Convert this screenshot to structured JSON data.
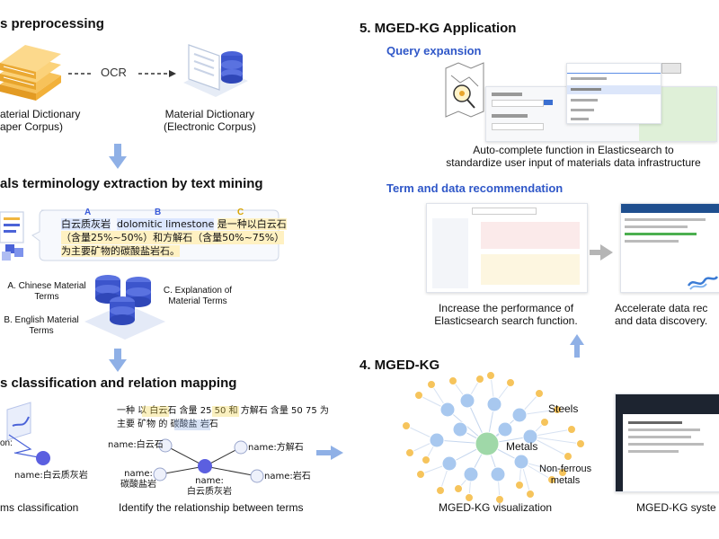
{
  "left": {
    "sec1": {
      "heading": "s preprocessing",
      "ocr": "OCR",
      "paper_caption": [
        "aterial Dictionary",
        "aper Corpus)"
      ],
      "electronic_caption": [
        "Material Dictionary",
        "(Electronic Corpus)"
      ]
    },
    "sec2": {
      "heading": "als terminology extraction by text mining",
      "letter_a": "A",
      "letter_b": "B",
      "letter_c": "C",
      "sentence_line1_a": "白云质灰岩",
      "sentence_line1_b": "dolomitic limestone",
      "sentence_line1_c": "是一种以白云石",
      "sentence_line2": "（含量25%~50%）和方解石（含量50%~75%）",
      "sentence_line3": "为主要矿物的碳酸盐岩石。",
      "label_a": "A. Chinese Material",
      "label_a2": "Terms",
      "label_b": "B. English Material",
      "label_b2": "Terms",
      "label_c": "C. Explanation of",
      "label_c2": "Material Terms"
    },
    "sec3": {
      "heading": "s classification and relation mapping",
      "cn_text_line1": "一种 以 白云石 含量 25 50 和 方解石 含量 50 75 为",
      "cn_text_line2": "主要 矿物 的 碳酸盐 岩石",
      "node_dolomite": "name:白云石",
      "node_calcite": "name:方解石",
      "node_carbonate_1": "name:",
      "node_carbonate_2": "碳酸盐岩",
      "node_rock": "name:岩石",
      "node_center_1": "name:",
      "node_center_2": "白云质灰岩",
      "tree_node_a": "on:",
      "tree_node_b": "name:白云质灰岩",
      "caption_left": "ms classification",
      "caption_right": "Identify the relationship between terms"
    }
  },
  "right": {
    "sec5": {
      "heading": "5. MGED-KG Application",
      "query": {
        "subheading": "Query expansion",
        "caption_line1": "Auto-complete function in Elasticsearch to",
        "caption_line2": "standardize user input of materials data infrastructure"
      },
      "recommend": {
        "subheading": "Term and data recommendation",
        "caption_left_line1": "Increase the performance of",
        "caption_left_line2": "Elasticsearch search function.",
        "caption_right_line1": "Accelerate  data  rec",
        "caption_right_line2": "and data discovery."
      }
    },
    "sec4": {
      "heading": "4. MGED-KG",
      "label_steels": "Steels",
      "label_metals": "Metals",
      "label_nonferrous_1": "Non-ferrous",
      "label_nonferrous_2": "metals",
      "caption_vis": "MGED-KG visualization",
      "caption_sys": "MGED-KG syste"
    }
  },
  "colors": {
    "accent_blue": "#2f57c8",
    "arrow_blue": "#8fb0e6",
    "node_blue": "#a8c8ef",
    "node_orange": "#f6c45c",
    "node_green": "#9fd8a8",
    "purple_node": "#5b5fe0",
    "highlight_yellow": "#f0d34a"
  }
}
